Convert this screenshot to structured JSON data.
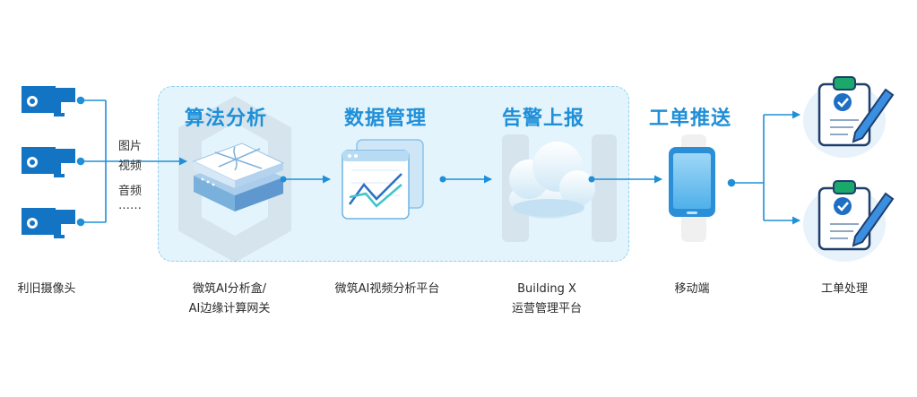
{
  "stages": {
    "algorithm": "算法分析",
    "data_mgmt": "数据管理",
    "alarm": "告警上报",
    "push": "工单推送"
  },
  "captions": {
    "cameras": "利旧摄像头",
    "box_line1": "微筑AI分析盒/",
    "box_line2": "AI边缘计算网关",
    "platform": "微筑AI视频分析平台",
    "buildingx_line1": "Building X",
    "buildingx_line2": "运营管理平台",
    "mobile": "移动端",
    "workorder": "工单处理"
  },
  "media_types": [
    "图片",
    "视频",
    "音频",
    "……"
  ],
  "icons": {
    "camera": "camera-icon",
    "edge_box": "server-box-icon",
    "dashboard": "chart-window-icon",
    "cloud": "cloud-icon",
    "phone": "smartphone-icon",
    "clipboard": "clipboard-check-icon"
  },
  "colors": {
    "accent": "#1e8fd8",
    "panel": "#e4f4fc",
    "camera": "#1474c4"
  }
}
